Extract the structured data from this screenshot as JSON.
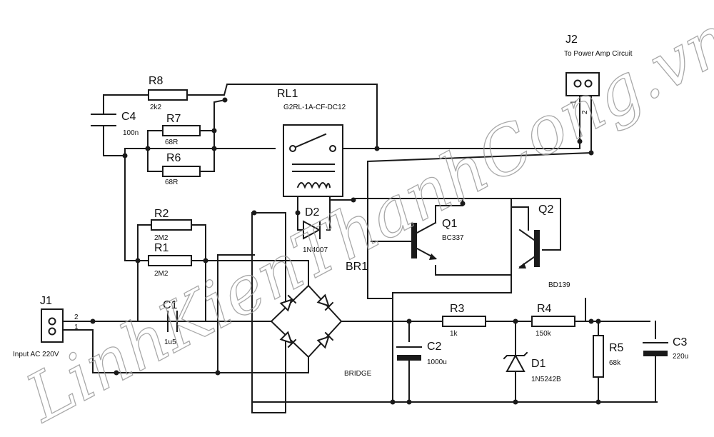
{
  "watermark": "LinhKienThanhCong.vn",
  "components": {
    "j1": {
      "ref": "J1",
      "label": "Input AC 220V",
      "pin1": "1",
      "pin2": "2"
    },
    "j2": {
      "ref": "J2",
      "label": "To Power Amp Circuit",
      "pin1": "1",
      "pin2": "2"
    },
    "rl1": {
      "ref": "RL1",
      "value": "G2RL-1A-CF-DC12"
    },
    "r8": {
      "ref": "R8",
      "value": "2k2"
    },
    "r7": {
      "ref": "R7",
      "value": "68R"
    },
    "r6": {
      "ref": "R6",
      "value": "68R"
    },
    "c4": {
      "ref": "C4",
      "value": "100n"
    },
    "r2": {
      "ref": "R2",
      "value": "2M2"
    },
    "r1": {
      "ref": "R1",
      "value": "2M2"
    },
    "c1": {
      "ref": "C1",
      "value": "1u5"
    },
    "d2": {
      "ref": "D2",
      "value": "1N4007"
    },
    "br1": {
      "ref": "BR1",
      "value": "BRIDGE"
    },
    "q1": {
      "ref": "Q1",
      "value": "BC337"
    },
    "q2": {
      "ref": "Q2",
      "value": "BD139"
    },
    "r3": {
      "ref": "R3",
      "value": "1k"
    },
    "r4": {
      "ref": "R4",
      "value": "150k"
    },
    "c2": {
      "ref": "C2",
      "value": "1000u"
    },
    "d1": {
      "ref": "D1",
      "value": "1N5242B"
    },
    "r5": {
      "ref": "R5",
      "value": "68k"
    },
    "c3": {
      "ref": "C3",
      "value": "220u"
    }
  }
}
